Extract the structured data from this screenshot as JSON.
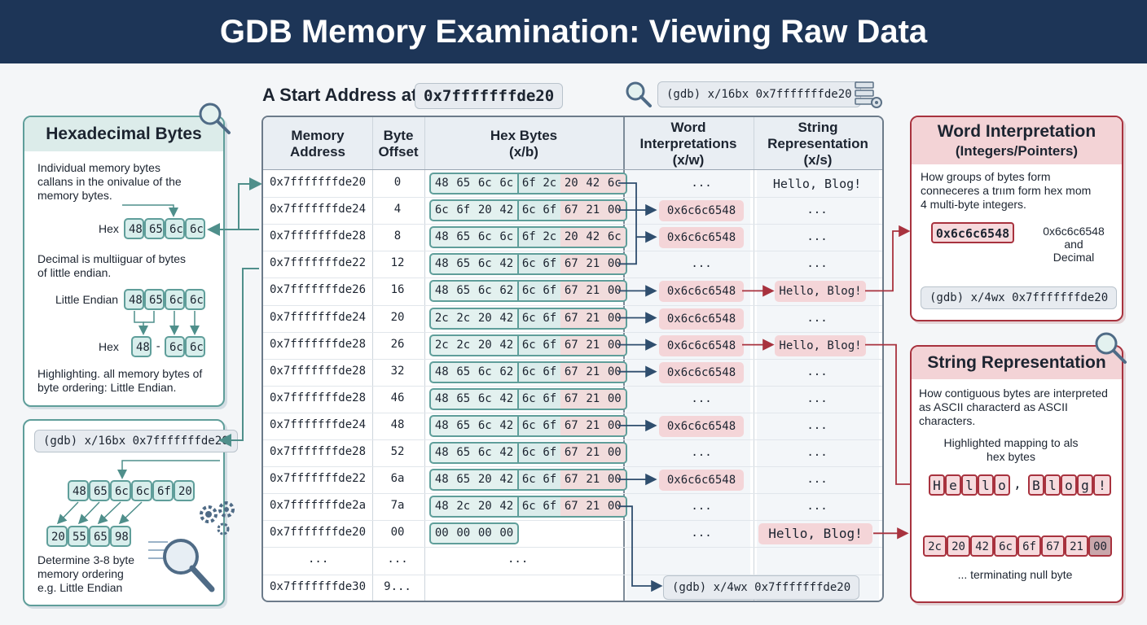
{
  "title": "GDB Memory Examination: Viewing Raw Data",
  "start_address": {
    "label": "A Start Address at",
    "value": "0x7fffffffde20"
  },
  "top_command": "(gdb) x/16bx 0x7fffffffde20",
  "left_panel": {
    "title": "Hexadecimal Bytes",
    "intro": [
      "Individual memory bytes",
      "callans in the onivalue of the",
      "memory bytes."
    ],
    "hex_label": "Hex",
    "hex_bytes": [
      "48",
      "65",
      "6c",
      "6c"
    ],
    "decimal_note": [
      "Decimal is multiiguar of bytes",
      "of little endian."
    ],
    "le_label": "Little Endian",
    "le_bytes": [
      "48",
      "65",
      "6c",
      "6c"
    ],
    "hex2_label": "Hex",
    "hex2_bytes": [
      "48",
      "-",
      "6c",
      "6c"
    ],
    "highlight_note": [
      "Highlighting. all memory bytes of",
      "byte ordering: Little Endian."
    ],
    "command": "(gdb) x/16bx 0x7fffffffde20",
    "row_a": [
      "48",
      "65",
      "6c",
      "6c",
      "6f",
      "20"
    ],
    "row_b": [
      "20",
      "55",
      "65",
      "98"
    ],
    "footer": [
      "Determine 3-8 byte",
      "memory ordering",
      "e.g. Little Endian"
    ]
  },
  "table": {
    "headers": {
      "address": [
        "Memory",
        "Address"
      ],
      "offset": [
        "Byte",
        "Offset"
      ],
      "hex": [
        "Hex Bytes",
        "(x/b)"
      ],
      "word": [
        "Word",
        "Interpretations",
        "(x/w)"
      ],
      "string": [
        "String",
        "Representation",
        "(x/s)"
      ]
    },
    "rows": [
      {
        "addr": "0x7fffffffde20",
        "off": "0",
        "bytes": [
          "48",
          "65",
          "6c",
          "6c",
          "6f",
          "2c",
          "20",
          "42",
          "6c"
        ],
        "word": "...",
        "word_hl": false,
        "str": "Hello, Blog!",
        "str_hl": false
      },
      {
        "addr": "0x7fffffffde24",
        "off": "4",
        "bytes": [
          "6c",
          "6f",
          "20",
          "42",
          "6c",
          "6f",
          "67",
          "21",
          "00"
        ],
        "word": "0x6c6c6548",
        "word_hl": true,
        "str": "...",
        "str_hl": false
      },
      {
        "addr": "0x7fffffffde28",
        "off": "8",
        "bytes": [
          "48",
          "65",
          "6c",
          "6c",
          "6f",
          "2c",
          "20",
          "42",
          "6c"
        ],
        "word": "0x6c6c6548",
        "word_hl": true,
        "str": "...",
        "str_hl": false
      },
      {
        "addr": "0x7fffffffde22",
        "off": "12",
        "bytes": [
          "48",
          "65",
          "6c",
          "42",
          "6c",
          "6f",
          "67",
          "21",
          "00"
        ],
        "word": "...",
        "word_hl": false,
        "str": "...",
        "str_hl": false
      },
      {
        "addr": "0x7fffffffde26",
        "off": "16",
        "bytes": [
          "48",
          "65",
          "6c",
          "62",
          "6c",
          "6f",
          "67",
          "21",
          "00"
        ],
        "word": "0x6c6c6548",
        "word_hl": true,
        "str": "Hello, Blog!",
        "str_hl": true
      },
      {
        "addr": "0x7fffffffde24",
        "off": "20",
        "bytes": [
          "2c",
          "2c",
          "20",
          "42",
          "6c",
          "6f",
          "67",
          "21",
          "00"
        ],
        "word": "0x6c6c6548",
        "word_hl": true,
        "str": "...",
        "str_hl": false
      },
      {
        "addr": "0x7fffffffde28",
        "off": "26",
        "bytes": [
          "2c",
          "2c",
          "20",
          "42",
          "6c",
          "6f",
          "67",
          "21",
          "00"
        ],
        "word": "0x6c6c6548",
        "word_hl": true,
        "str": "Hello, Blog!",
        "str_hl": true
      },
      {
        "addr": "0x7fffffffde28",
        "off": "32",
        "bytes": [
          "48",
          "65",
          "6c",
          "62",
          "6c",
          "6f",
          "67",
          "21",
          "00"
        ],
        "word": "0x6c6c6548",
        "word_hl": true,
        "str": "...",
        "str_hl": false
      },
      {
        "addr": "0x7fffffffde28",
        "off": "46",
        "bytes": [
          "48",
          "65",
          "6c",
          "42",
          "6c",
          "6f",
          "67",
          "21",
          "00"
        ],
        "word": "...",
        "word_hl": false,
        "str": "...",
        "str_hl": false
      },
      {
        "addr": "0x7fffffffde24",
        "off": "48",
        "bytes": [
          "48",
          "65",
          "6c",
          "42",
          "6c",
          "6f",
          "67",
          "21",
          "00"
        ],
        "word": "0x6c6c6548",
        "word_hl": true,
        "str": "...",
        "str_hl": false
      },
      {
        "addr": "0x7fffffffde28",
        "off": "52",
        "bytes": [
          "48",
          "65",
          "6c",
          "42",
          "6c",
          "6f",
          "67",
          "21",
          "00"
        ],
        "word": "...",
        "word_hl": false,
        "str": "...",
        "str_hl": false
      },
      {
        "addr": "0x7fffffffde22",
        "off": "6a",
        "bytes": [
          "48",
          "65",
          "20",
          "42",
          "6c",
          "6f",
          "67",
          "21",
          "00"
        ],
        "word": "0x6c6c6548",
        "word_hl": true,
        "str": "...",
        "str_hl": false
      },
      {
        "addr": "0x7fffffffde2a",
        "off": "7a",
        "bytes": [
          "48",
          "2c",
          "20",
          "42",
          "6c",
          "6f",
          "67",
          "21",
          "00"
        ],
        "word": "...",
        "word_hl": false,
        "str": "...",
        "str_hl": false
      },
      {
        "addr": "0x7fffffffde20",
        "off": "00",
        "bytes": [
          "00",
          "00",
          "00",
          "00"
        ],
        "word": "...",
        "word_hl": false,
        "str": "Hello, Blog!",
        "str_hl": true
      },
      {
        "addr": "...",
        "off": "...",
        "bytes": [],
        "hex_text": "...",
        "word": "",
        "word_hl": false,
        "str": "",
        "str_hl": false
      },
      {
        "addr": "0x7fffffffde30",
        "off": "9...",
        "bytes": [],
        "hex_text": "",
        "word": "",
        "word_hl": false,
        "str": "",
        "str_hl": false
      }
    ],
    "bottom_command": "(gdb) x/4wx 0x7fffffffde20"
  },
  "word_panel": {
    "title": "Word Interpretation",
    "subtitle": "(Integers/Pointers)",
    "desc": [
      "How groups of bytes form",
      "conneceres a trıım form hex mom",
      "4 multi-byte integers."
    ],
    "value": "0x6c6c6548",
    "result": [
      "0x6c6c6548",
      "and",
      "Decimal"
    ],
    "command": "(gdb) x/4wx 0x7fffffffde20"
  },
  "string_panel": {
    "title": "String Representation",
    "desc": [
      "How contiguous bytes are interpreted",
      "as ASCII characterd as ASCII",
      "characters."
    ],
    "mapping_note": [
      "Highlighted mapping to als",
      "hex bytes"
    ],
    "chars": [
      "H",
      "e",
      "l",
      "l",
      "o",
      ",",
      "B",
      "l",
      "o",
      "g",
      "!"
    ],
    "bytes": [
      "2c",
      "20",
      "42",
      "6c",
      "6f",
      "67",
      "21",
      "00"
    ],
    "footer": "... terminating null byte"
  },
  "colors": {
    "navy": "#1d3557",
    "teal": "#5f9e9a",
    "teal_fill": "#d8eeec",
    "red": "#a8323e",
    "pink": "#f4d5d8"
  }
}
